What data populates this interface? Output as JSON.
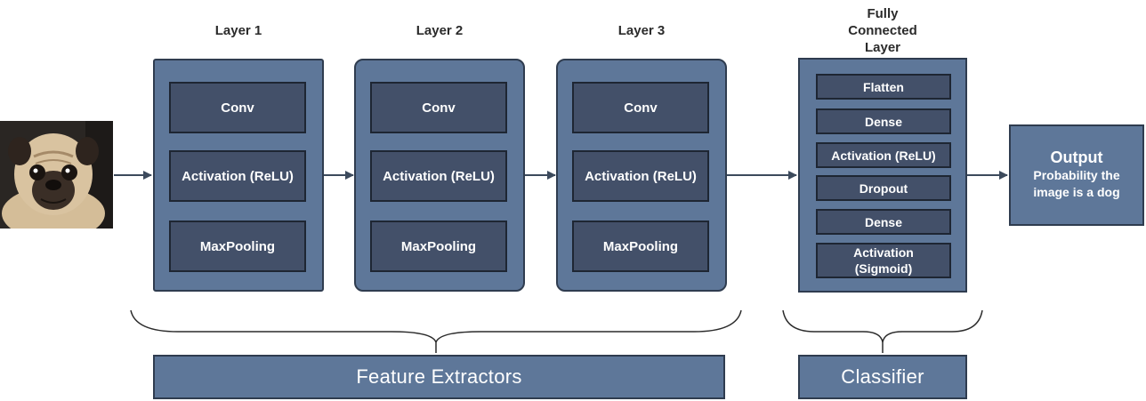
{
  "input_image": {
    "subject": "pug dog photo",
    "colors": {
      "background": "#2a2623",
      "fur": "#d9c3a0",
      "mask": "#3a2e26"
    }
  },
  "layers": [
    {
      "title": "Layer 1",
      "ops": [
        "Conv",
        "Activation (ReLU)",
        "MaxPooling"
      ]
    },
    {
      "title": "Layer 2",
      "ops": [
        "Conv",
        "Activation (ReLU)",
        "MaxPooling"
      ]
    },
    {
      "title": "Layer 3",
      "ops": [
        "Conv",
        "Activation (ReLU)",
        "MaxPooling"
      ]
    }
  ],
  "fully_connected": {
    "title_lines": [
      "Fully",
      "Connected",
      "Layer"
    ],
    "ops": [
      "Flatten",
      "Dense",
      "Activation (ReLU)",
      "Dropout",
      "Dense",
      "Activation\n(Sigmoid)"
    ]
  },
  "output": {
    "title": "Output",
    "description_lines": [
      "Probability the",
      "image is a dog"
    ]
  },
  "groups": {
    "feature_extractors": "Feature Extractors",
    "classifier": "Classifier"
  },
  "colors": {
    "box_fill": "#5e7799",
    "op_fill": "#435069",
    "border": "#2f3c4f",
    "arrow": "#3c4a5c",
    "text_light": "#ffffff",
    "text_dark": "#2b2b2b"
  },
  "icons": [
    "arrow-right-icon",
    "curly-brace-icon"
  ]
}
